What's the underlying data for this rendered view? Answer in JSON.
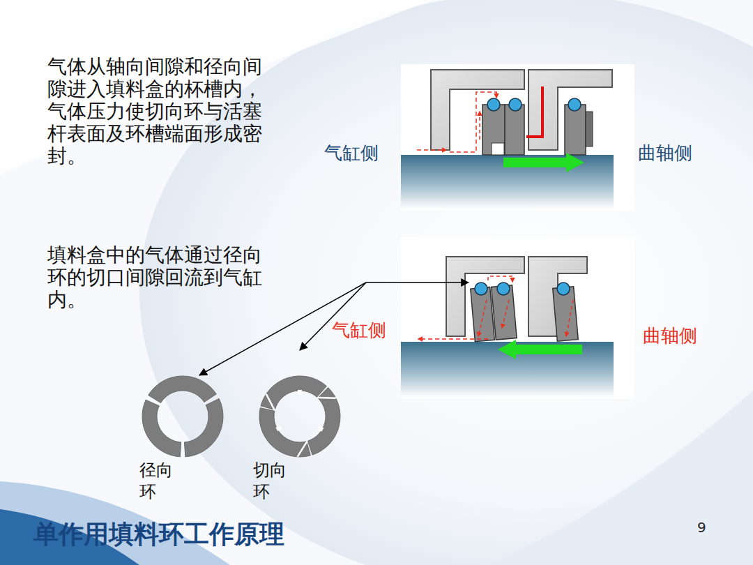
{
  "diagram": {
    "title": "单作用填料环工作原理",
    "nodes": [
      {
        "text": [
          "径向 环"
        ]
      },
      {
        "text": [
          "切向 环"
        ]
      }
    ],
    "labels": [
      "气体从轴向间隙和径向间 隙进入填料盒的杯槽内， 气体压力使切向环与活塞 杆表面及环槽端面形成密 封。",
      "填料盒中的气体通过径向 环的切口间隙回流到气缸 内。",
      "气缸侧",
      "曲轴侧",
      "气缸侧",
      "曲轴侧",
      "9"
    ]
  }
}
